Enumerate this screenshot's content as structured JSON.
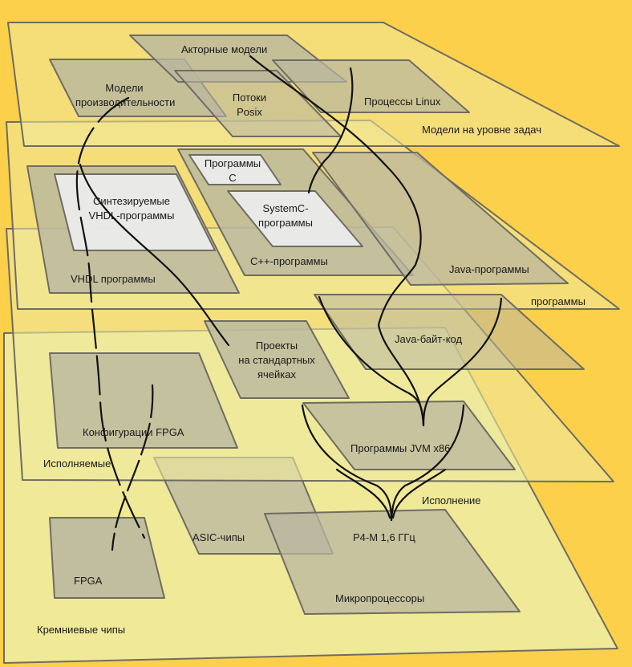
{
  "colors": {
    "background": "#fcd04a",
    "layer_fill": "#eeea9e",
    "region_fill": "#b9b6a0",
    "highlight_fill": "#ebebeb",
    "outline": "#6f6c62",
    "connector": "#111111"
  },
  "layers": {
    "tasks": "Модели на уровне задач",
    "programs": "программы",
    "executables": "Исполняемые",
    "silicon": "Кремниевые чипы"
  },
  "regions": {
    "actor_models": "Акторные модели",
    "perf_models": [
      "Модели",
      "производительности"
    ],
    "posix_threads": [
      "Потоки",
      "Posix"
    ],
    "linux_processes": "Процессы Linux",
    "c_programs": [
      "Программы",
      "C"
    ],
    "synth_vhdl": [
      "Синтезируемые",
      "VHDL-программы"
    ],
    "systemc": [
      "SystemC-",
      "программы"
    ],
    "cpp_programs": "C++-программы",
    "java_programs": "Java-программы",
    "vhdl_programs": "VHDL программы",
    "java_bytecode": "Java-байт-код",
    "std_cell_projects": [
      "Проекты",
      "на стандартных",
      "ячейках"
    ],
    "fpga_configs": "Конфигурации FPGA",
    "jvm_programs": "Программы JVM x86",
    "asic_chips": "ASIC-чипы",
    "p4m": "P4-M 1,6 ГГц",
    "fpga": "FPGA",
    "microprocessors": "Микропроцессоры"
  },
  "connectors": {
    "execution": "Исполнение"
  }
}
